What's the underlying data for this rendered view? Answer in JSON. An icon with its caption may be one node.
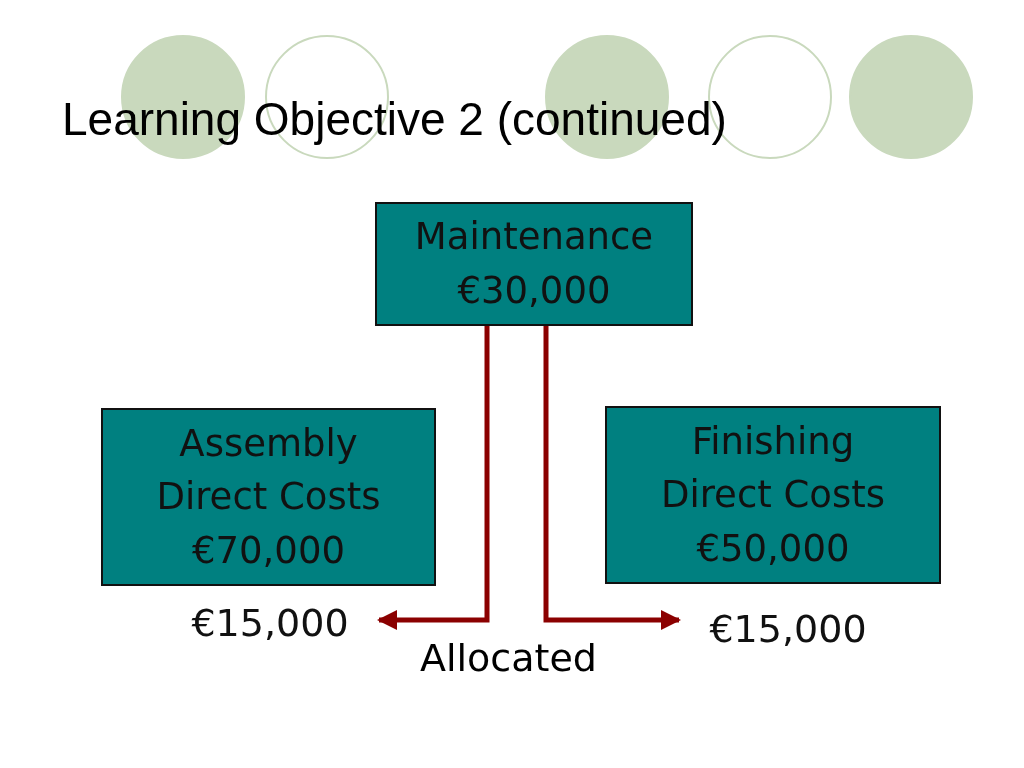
{
  "diagram": {
    "title": "Learning Objective 2 (continued)",
    "nodes": [
      {
        "text": [
          "Maintenance €30,000"
        ]
      },
      {
        "text": [
          "Assembly Direct Costs €70,000"
        ]
      },
      {
        "text": [
          "Finishing Direct Costs €50,000"
        ]
      },
      {
        "text": [
          "€15,000"
        ]
      },
      {
        "text": [
          "€15,000"
        ]
      }
    ],
    "edges": [
      {
        "from": 0,
        "to": 3,
        "arrow": "to"
      },
      {
        "from": 0,
        "to": 4,
        "arrow": "to"
      }
    ],
    "labels": [
      "Allocated"
    ]
  }
}
